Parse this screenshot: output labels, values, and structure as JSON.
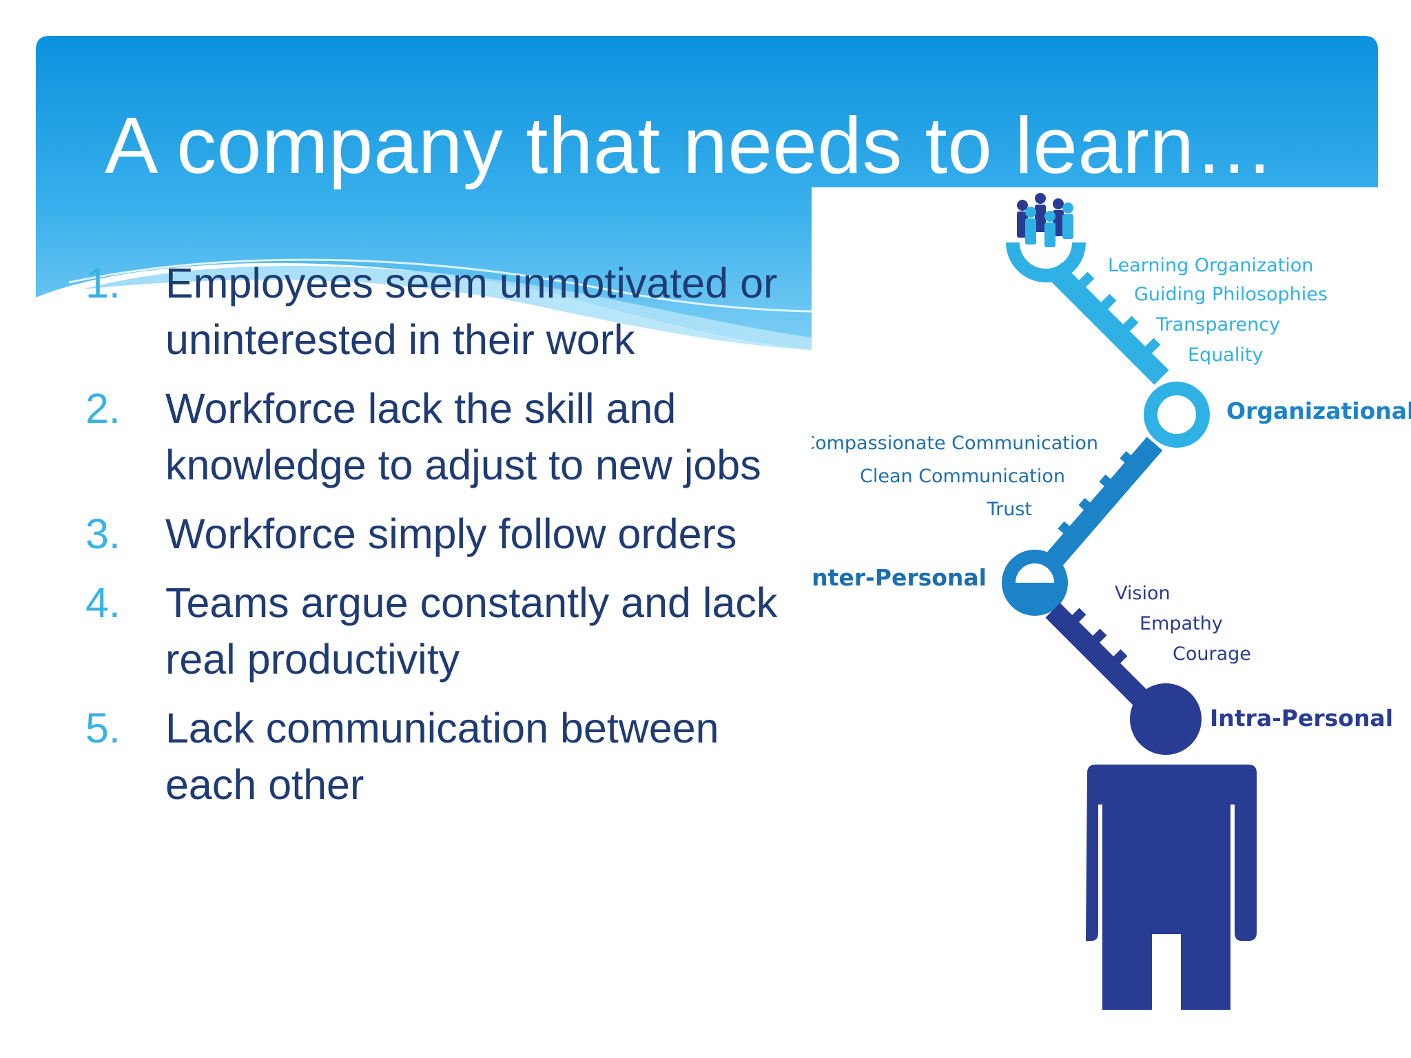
{
  "slide": {
    "title": "A company that needs to learn…",
    "issues": [
      {
        "num": "1.",
        "text": "Employees seem unmotivated or uninterested in their work"
      },
      {
        "num": "2.",
        "text": "Workforce lack the skill and knowledge to adjust to new jobs"
      },
      {
        "num": "3.",
        "text": "Workforce simply follow orders"
      },
      {
        "num": "4.",
        "text": "Teams argue constantly and lack real productivity"
      },
      {
        "num": "5.",
        "text": "Lack communication between each other"
      }
    ]
  },
  "diagram": {
    "organizational": {
      "label": "Organizational",
      "items": [
        "Learning Organization",
        "Guiding Philosophies",
        "Transparency",
        "Equality"
      ]
    },
    "inter_personal": {
      "label": "Inter-Personal",
      "items": [
        "Compassionate Communication",
        "Clean Communication",
        "Trust"
      ]
    },
    "intra_personal": {
      "label": "Intra-Personal",
      "items": [
        "Vision",
        "Empathy",
        "Courage"
      ]
    }
  },
  "colors": {
    "header_blue": "#1b9fe3",
    "light_blue": "#2fb1e6",
    "mid_blue": "#1c83c9",
    "dark_blue": "#283c93",
    "text_navy": "#1f3b73",
    "number_cyan": "#38b2e6"
  }
}
